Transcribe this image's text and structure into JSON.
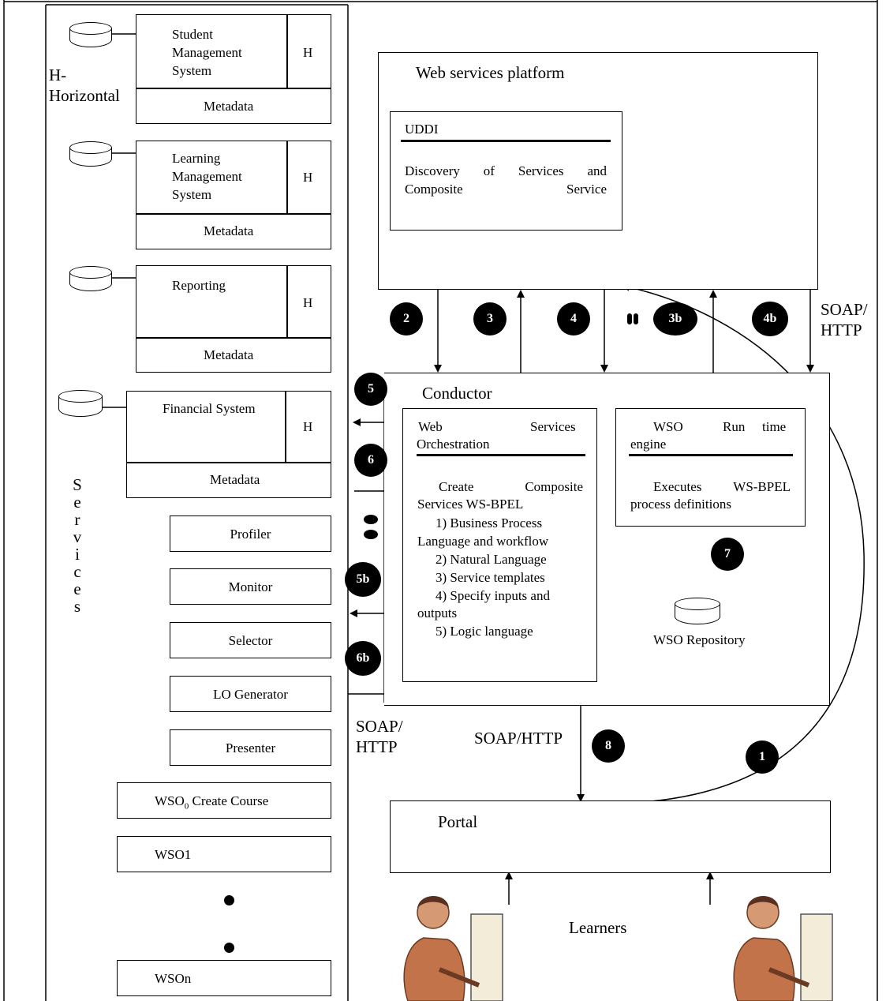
{
  "left_panel": {
    "note": "H-\nHorizontal",
    "services_label": [
      "S",
      "e",
      "r",
      "v",
      "i",
      "c",
      "e",
      "s"
    ],
    "systems": [
      {
        "name": "Student Management System",
        "h": "H",
        "metadata": "Metadata"
      },
      {
        "name": "Learning Management System",
        "h": "H",
        "metadata": "Metadata"
      },
      {
        "name": "Reporting",
        "h": "H",
        "metadata": "Metadata"
      },
      {
        "name": "Financial System",
        "h": "H",
        "metadata": "Metadata"
      }
    ],
    "services": [
      "Profiler",
      "Monitor",
      "Selector",
      "LO Generator",
      "Presenter"
    ],
    "wso0": {
      "prefix": "WSO",
      "sub": "0",
      "suffix": " Create Course"
    },
    "wso1": "WSO1",
    "wson": "WSOn"
  },
  "platform": {
    "title": "Web services platform",
    "uddi_title": "UDDI",
    "uddi_text": "Discovery of Services and Composite Service"
  },
  "conductor": {
    "title": "Conductor",
    "orchestration": {
      "title_line1": [
        "Web",
        "Services"
      ],
      "title_line2": "Orchestration",
      "body": [
        "Create Composite",
        "Services WS-BPEL",
        "1) Business Process",
        "Language and workflow",
        "2) Natural Language",
        "3) Service templates",
        "4) Specify inputs and",
        "outputs",
        "5) Logic language"
      ]
    },
    "engine": {
      "title_line1": [
        "WSO",
        "Run",
        "time"
      ],
      "title_line2": "engine",
      "body": [
        "Executes WS-BPEL",
        "process definitions"
      ]
    },
    "repository": "WSO Repository"
  },
  "protocols": {
    "soap_right": [
      "SOAP/",
      "HTTP"
    ],
    "soap_left": [
      "SOAP/",
      "HTTP"
    ],
    "soap_bottom": "SOAP/HTTP"
  },
  "steps": {
    "s1": "1",
    "s2": "2",
    "s3": "3",
    "s4": "4",
    "s3b": "3b",
    "s4b": "4b",
    "s5": "5",
    "s6": "6",
    "s5b": "5b",
    "s6b": "6b",
    "s7": "7",
    "s8": "8"
  },
  "portal": {
    "title": "Portal"
  },
  "learners": "Learners"
}
